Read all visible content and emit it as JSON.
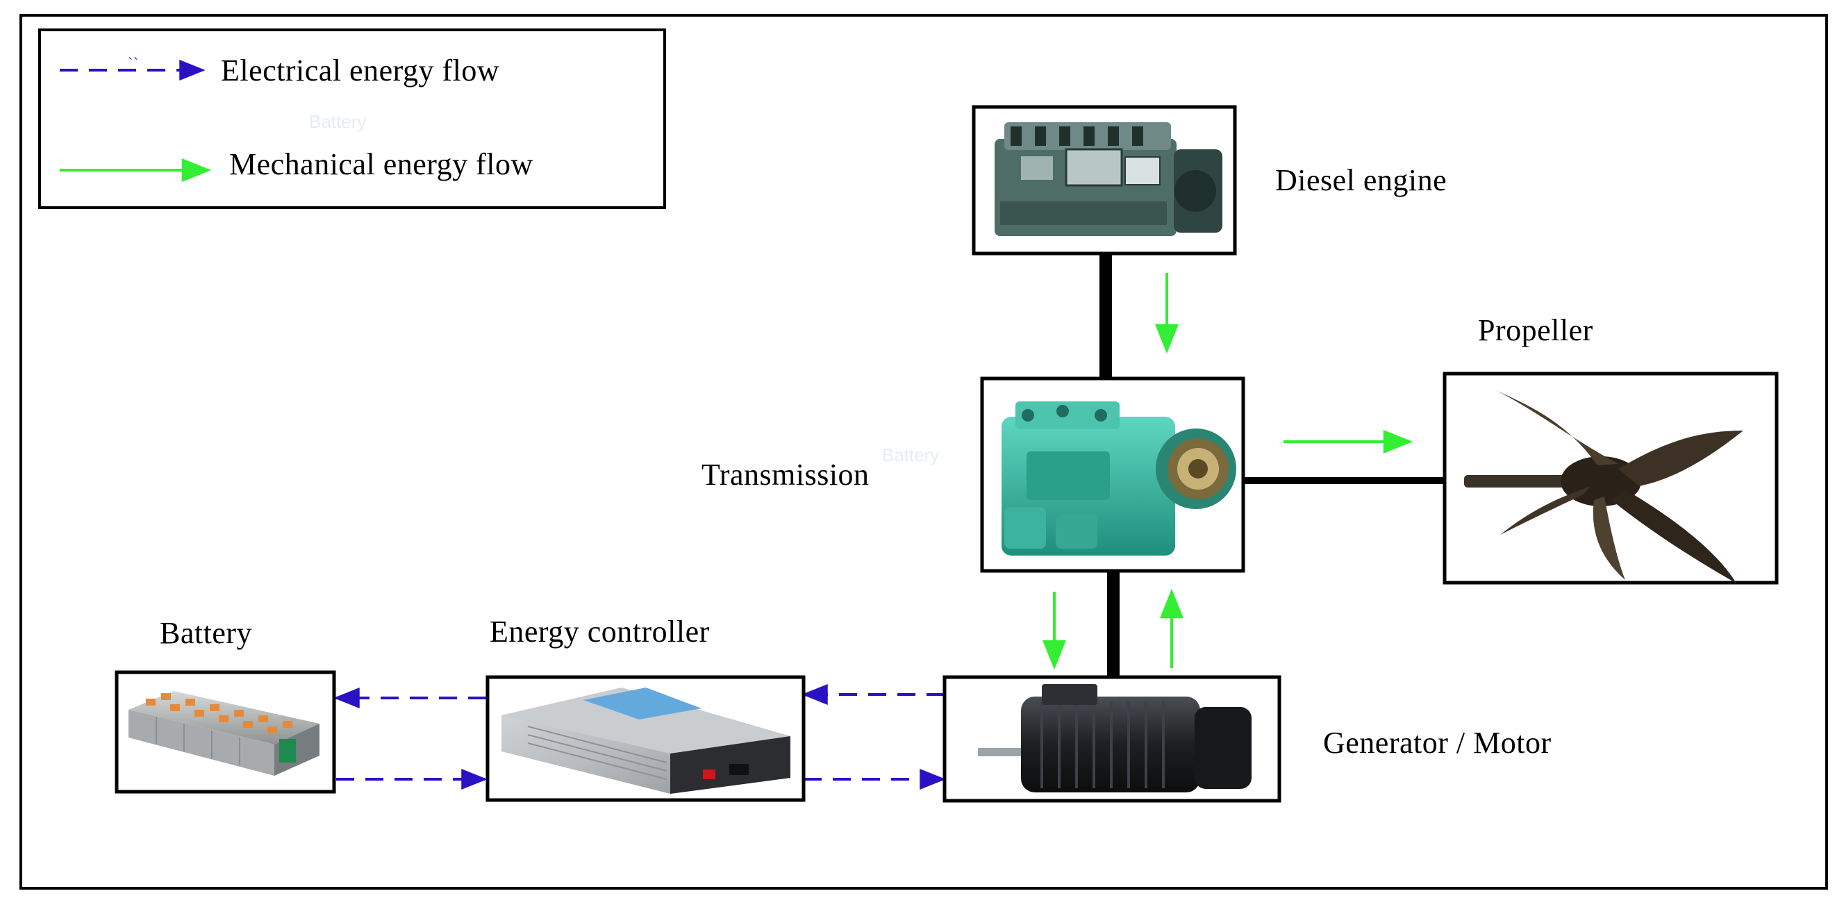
{
  "legend": {
    "electrical_marker": "``",
    "electrical_label": "Electrical energy flow",
    "mechanical_label": "Mechanical energy flow"
  },
  "components": {
    "diesel_engine": "Diesel engine",
    "transmission": "Transmission",
    "propeller": "Propeller",
    "battery": "Battery",
    "energy_controller": "Energy controller",
    "generator_motor": "Generator / Motor"
  },
  "watermarks": {
    "legend_ghost": "Battery",
    "transmission_ghost": "Battery"
  },
  "colors": {
    "electrical": "#2a12c4",
    "mechanical": "#33ee33",
    "shaft": "#000000",
    "frame": "#000000"
  },
  "icons": {
    "diesel_engine": "engine-icon",
    "transmission": "gearbox-icon",
    "propeller": "propeller-icon",
    "battery": "battery-pack-icon",
    "energy_controller": "inverter-icon",
    "generator_motor": "electric-motor-icon"
  }
}
